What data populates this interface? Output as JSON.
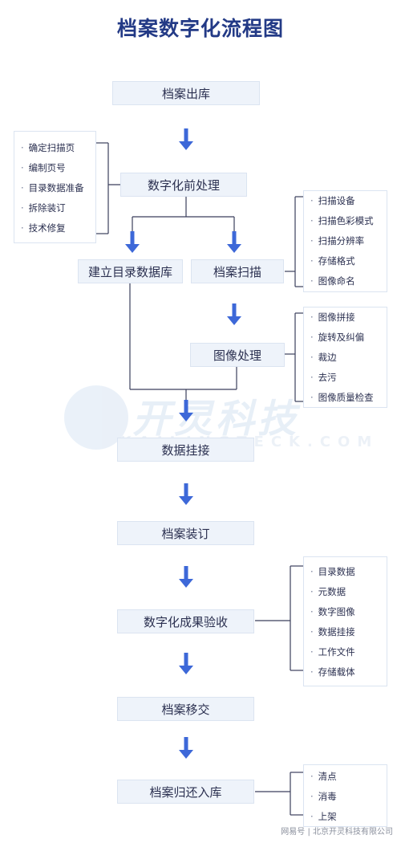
{
  "title": "档案数字化流程图",
  "nodes": {
    "out": "档案出库",
    "pre": "数字化前处理",
    "catalog": "建立目录数据库",
    "scan": "档案扫描",
    "image": "图像处理",
    "link": "数据挂接",
    "bind": "档案装订",
    "check": "数字化成果验收",
    "transfer": "档案移交",
    "return": "档案归还入库"
  },
  "lists": {
    "pre": [
      "确定扫描页",
      "编制页号",
      "目录数据准备",
      "拆除装订",
      "技术修复"
    ],
    "scan": [
      "扫描设备",
      "扫描色彩模式",
      "扫描分辨率",
      "存储格式",
      "图像命名"
    ],
    "image": [
      "图像拼接",
      "旋转及纠偏",
      "裁边",
      "去污",
      "图像质量检查"
    ],
    "check": [
      "目录数据",
      "元数据",
      "数字图像",
      "数据挂接",
      "工作文件",
      "存储载体"
    ],
    "return": [
      "清点",
      "消毒",
      "上架"
    ]
  },
  "bullet": "·",
  "watermark": {
    "main": "开灵科技",
    "sub": "KAILINGTECK.COM"
  },
  "footer": "网易号 | 北京开灵科技有限公司",
  "colors": {
    "arrow": "#3d68d8",
    "title": "#233a86",
    "node_bg": "#eef3fa",
    "line": "#3b3f5c"
  }
}
